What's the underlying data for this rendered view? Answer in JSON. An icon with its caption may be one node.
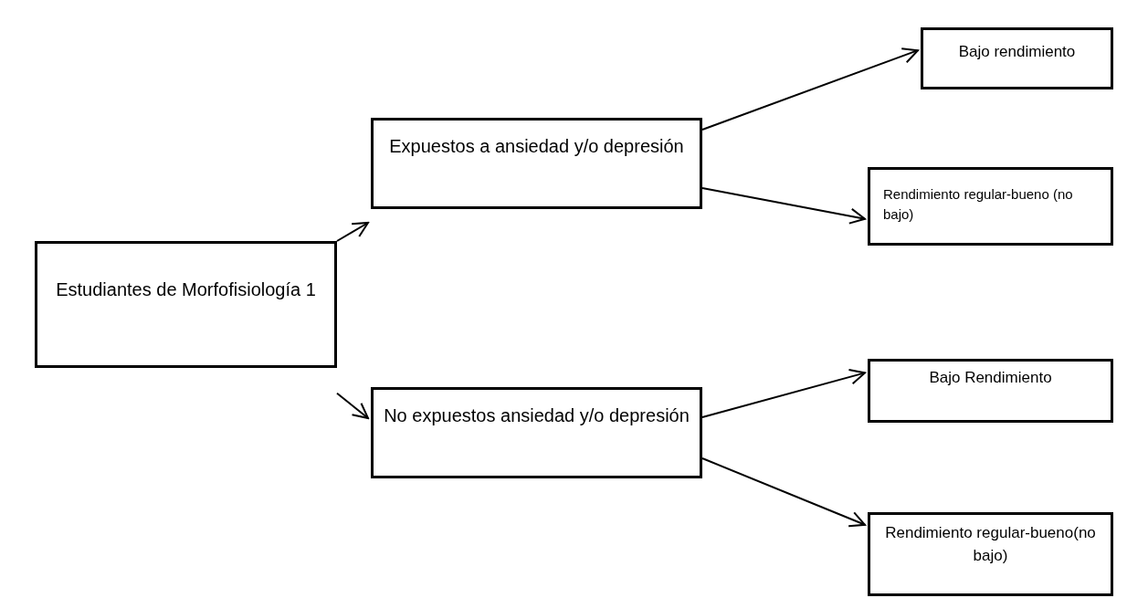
{
  "diagram": {
    "nodes": [
      {
        "text": [
          "Estudiantes de Morfofisiología 1"
        ]
      },
      {
        "text": [
          "Expuestos a ansiedad y/o depresión"
        ]
      },
      {
        "text": [
          "No expuestos ansiedad y/o depresión"
        ]
      },
      {
        "text": [
          "Bajo rendimiento"
        ]
      },
      {
        "text": [
          "Rendimiento regular-bueno (no bajo)"
        ]
      },
      {
        "text": [
          "Bajo Rendimiento"
        ]
      },
      {
        "text": [
          "Rendimiento regular-bueno(no bajo)"
        ]
      }
    ],
    "edges": [
      {
        "from": 0,
        "to": 1,
        "arrow": "to"
      },
      {
        "from": 0,
        "to": 2,
        "arrow": "to"
      },
      {
        "from": 1,
        "to": 3,
        "arrow": "to"
      },
      {
        "from": 1,
        "to": 4,
        "arrow": "to"
      },
      {
        "from": 2,
        "to": 5,
        "arrow": "to"
      },
      {
        "from": 2,
        "to": 6,
        "arrow": "to"
      }
    ]
  }
}
